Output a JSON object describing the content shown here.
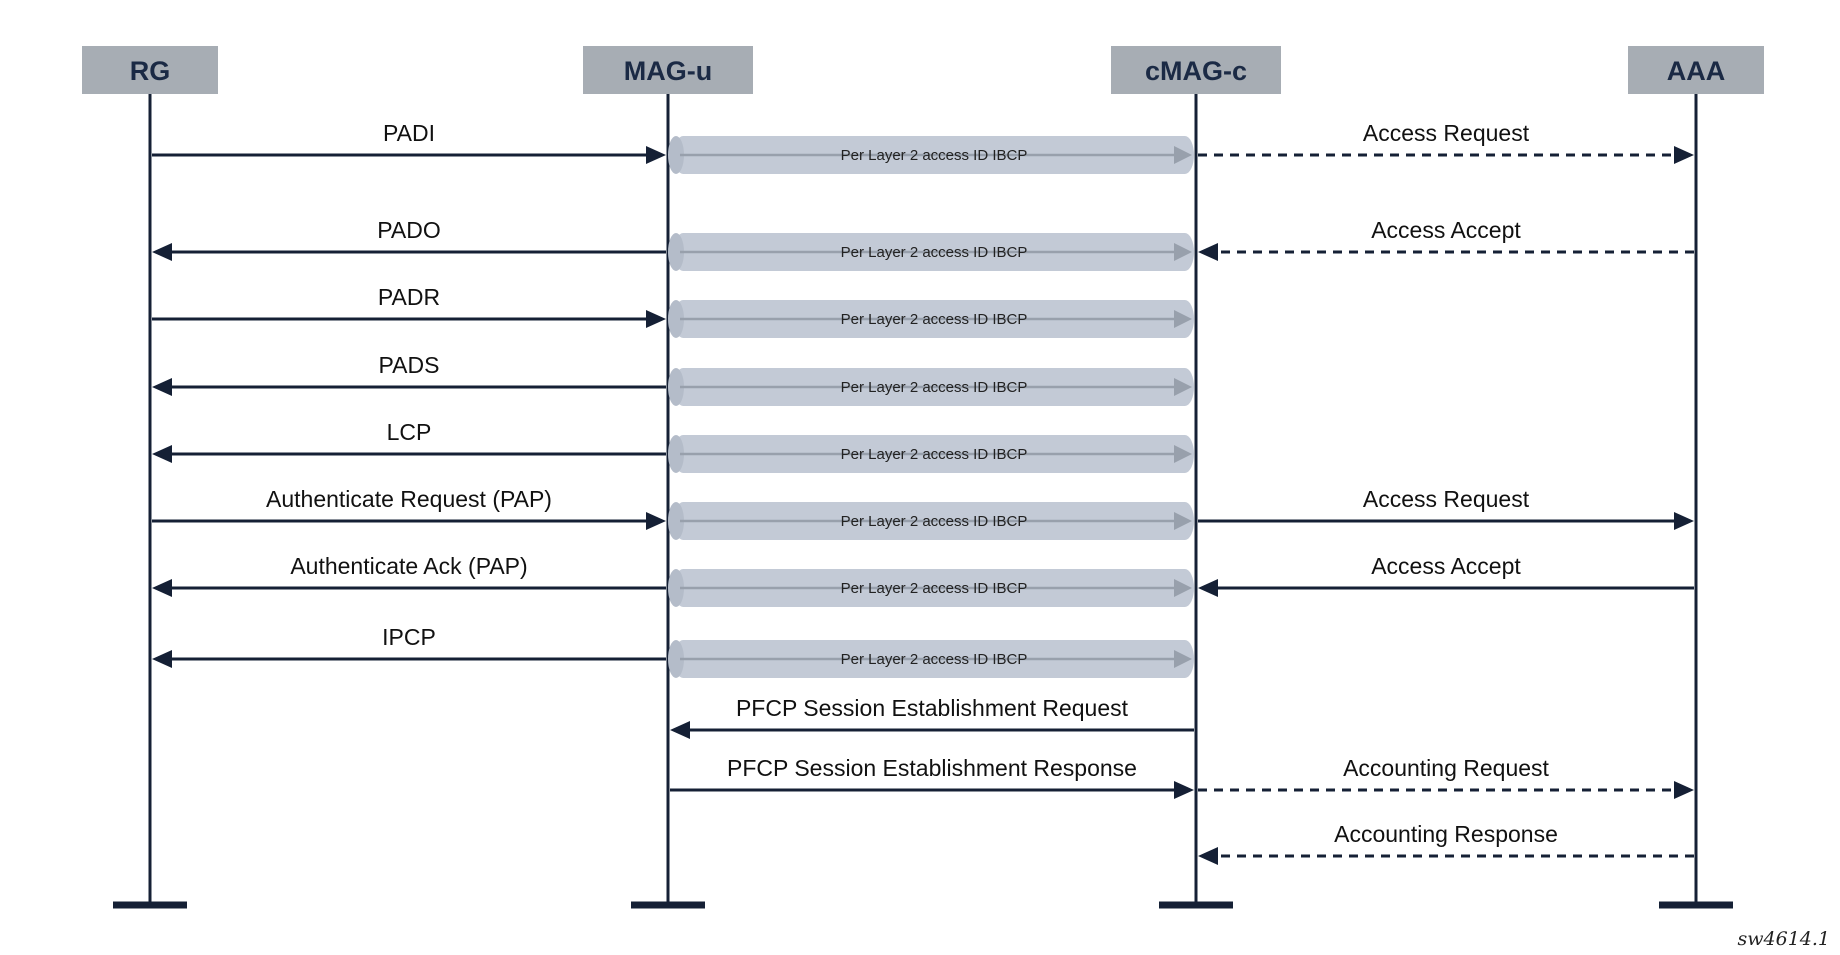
{
  "actors": [
    {
      "id": "rg",
      "label": "RG"
    },
    {
      "id": "mag_u",
      "label": "MAG-u"
    },
    {
      "id": "cmag_c",
      "label": "cMAG-c"
    },
    {
      "id": "aaa",
      "label": "AAA"
    }
  ],
  "tunnel_label": "Per Layer 2 access ID IBCP",
  "messages": [
    {
      "from": "rg",
      "to": "mag_u",
      "label": "PADI",
      "style": "solid",
      "tunnel": true,
      "aaa": {
        "from": "cmag_c",
        "to": "aaa",
        "label": "Access Request",
        "style": "dashed"
      }
    },
    {
      "from": "mag_u",
      "to": "rg",
      "label": "PADO",
      "style": "solid",
      "tunnel": true,
      "aaa": {
        "from": "aaa",
        "to": "cmag_c",
        "label": "Access Accept",
        "style": "dashed"
      }
    },
    {
      "from": "rg",
      "to": "mag_u",
      "label": "PADR",
      "style": "solid",
      "tunnel": true
    },
    {
      "from": "mag_u",
      "to": "rg",
      "label": "PADS",
      "style": "solid",
      "tunnel": true
    },
    {
      "from": "mag_u",
      "to": "rg",
      "label": "LCP",
      "style": "solid",
      "tunnel": true
    },
    {
      "from": "rg",
      "to": "mag_u",
      "label": "Authenticate Request (PAP)",
      "style": "solid",
      "tunnel": true,
      "aaa": {
        "from": "cmag_c",
        "to": "aaa",
        "label": "Access Request",
        "style": "solid"
      }
    },
    {
      "from": "mag_u",
      "to": "rg",
      "label": "Authenticate Ack (PAP)",
      "style": "solid",
      "tunnel": true,
      "aaa": {
        "from": "aaa",
        "to": "cmag_c",
        "label": "Access Accept",
        "style": "solid"
      }
    },
    {
      "from": "mag_u",
      "to": "rg",
      "label": "IPCP",
      "style": "solid",
      "tunnel": true
    },
    {
      "from": "cmag_c",
      "to": "mag_u",
      "label": "PFCP Session Establishment Request",
      "style": "solid",
      "tunnel": false
    },
    {
      "from": "mag_u",
      "to": "cmag_c",
      "label": "PFCP Session Establishment Response",
      "style": "solid",
      "tunnel": false,
      "aaa": {
        "from": "cmag_c",
        "to": "aaa",
        "label": "Accounting Request",
        "style": "dashed"
      }
    },
    {
      "aaa": {
        "from": "aaa",
        "to": "cmag_c",
        "label": "Accounting Response",
        "style": "dashed"
      }
    }
  ],
  "figure_id": "sw4614.1",
  "colors": {
    "actor_box": "#a7adb4",
    "line": "#152035",
    "tunnel_fill": "#c3cad6",
    "tunnel_arrow": "#98a0ac"
  }
}
